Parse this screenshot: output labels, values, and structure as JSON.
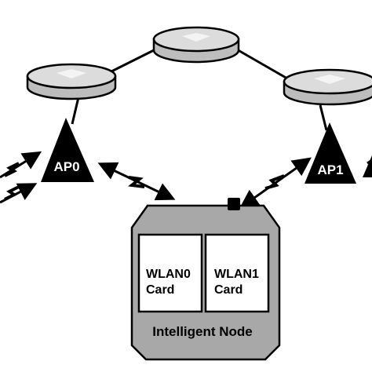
{
  "access_points": [
    {
      "label": "AP0"
    },
    {
      "label": "AP1"
    }
  ],
  "intelligent_node": {
    "title": "Intelligent Node",
    "cards": [
      {
        "line1": "WLAN0",
        "line2": "Card"
      },
      {
        "line1": "WLAN1",
        "line2": "Card"
      }
    ]
  },
  "colors": {
    "router_fill": "#d8d8d8",
    "node_fill": "#a8a8a8",
    "ink": "#000000",
    "paper": "#ffffff"
  },
  "icons": [
    "router-icon",
    "access-point-icon",
    "wireless-link-icon",
    "antenna-icon"
  ]
}
